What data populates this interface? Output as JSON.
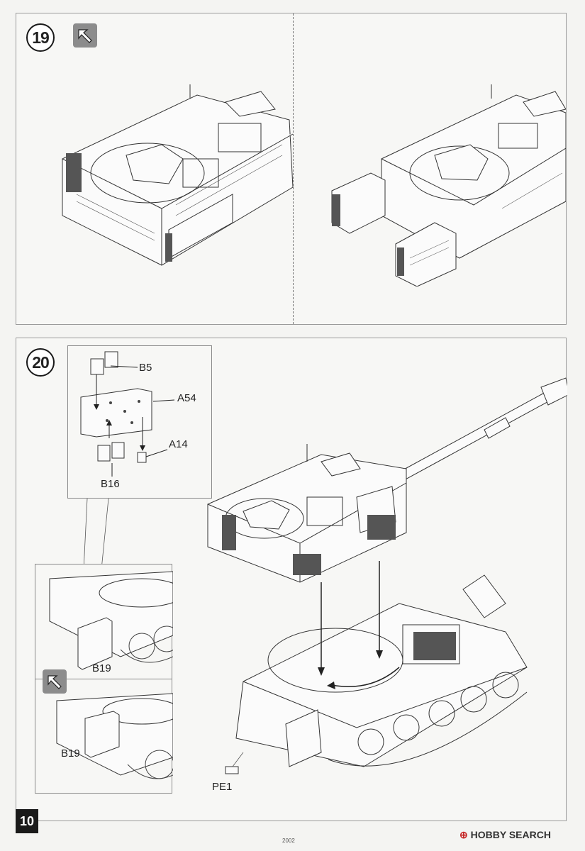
{
  "page": {
    "page_number": "10",
    "footer_code": "2002",
    "watermark": "HOBBY SEARCH"
  },
  "step19": {
    "number": "19",
    "view_icon": "rotate-view-icon"
  },
  "step20": {
    "number": "20",
    "view_icon": "rotate-view-icon",
    "labels": {
      "b5": "B5",
      "a54": "A54",
      "a14": "A14",
      "b16": "B16",
      "b19_top": "B19",
      "b19_bottom": "B19",
      "pe1": "PE1"
    }
  }
}
